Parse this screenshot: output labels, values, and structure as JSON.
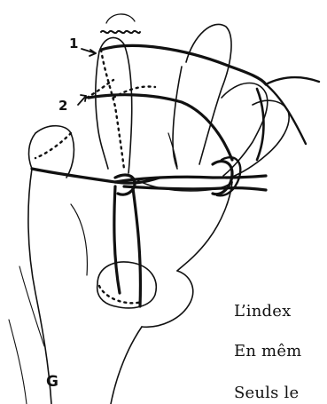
{
  "annotations": {
    "marker_1": "1",
    "marker_2": "2",
    "hand_letter": "G"
  },
  "caption_lines": [
    "L’index",
    "En mêm",
    "Seuls le"
  ]
}
